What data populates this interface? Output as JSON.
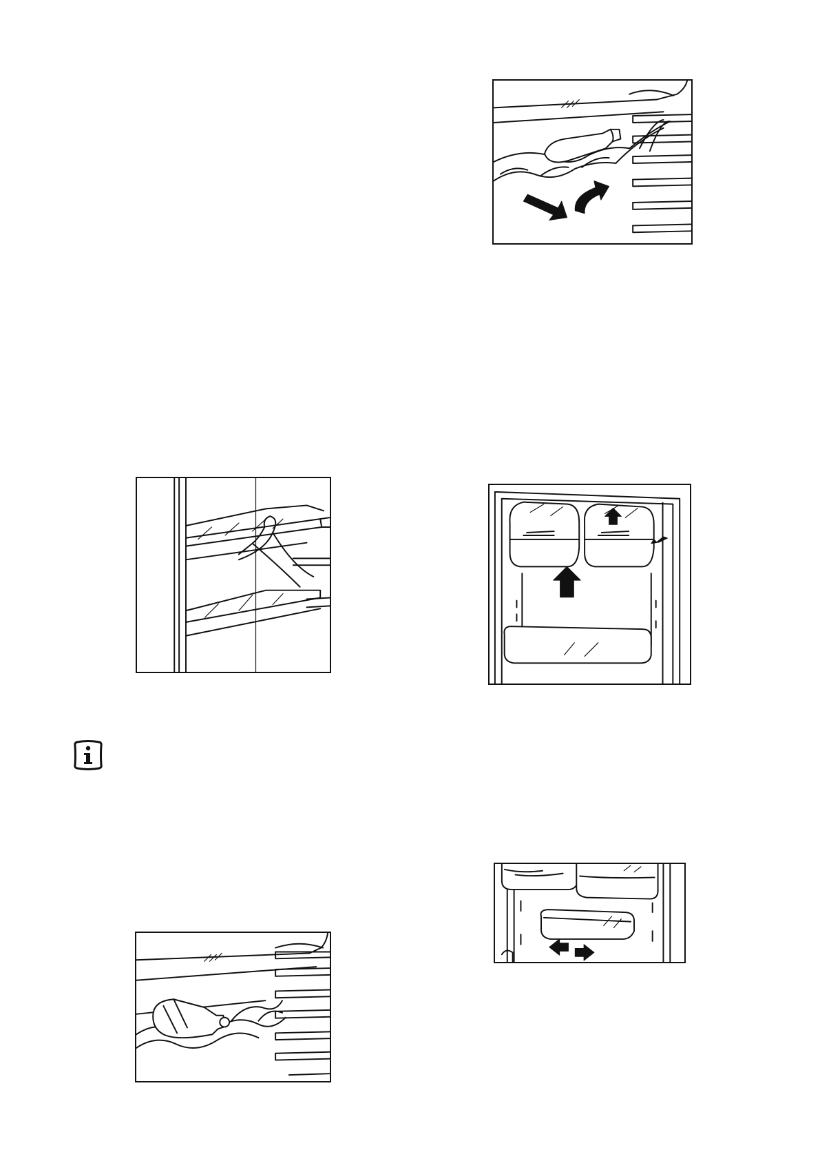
{
  "icons": {
    "info": "info-icon"
  },
  "figures": [
    {
      "id": "fig-shelf-removal",
      "depicts": "shelf-removal-illustration"
    },
    {
      "id": "fig-bottle-rack-lower",
      "depicts": "bottle-rack-illustration"
    },
    {
      "id": "fig-bottle-rack-upper",
      "depicts": "bottle-rack-tilt-illustration"
    },
    {
      "id": "fig-door-balconies",
      "depicts": "door-balcony-removal-illustration"
    },
    {
      "id": "fig-balcony-slide",
      "depicts": "door-balcony-slide-illustration"
    }
  ],
  "colors": {
    "ink": "#111111",
    "paper": "#ffffff"
  }
}
